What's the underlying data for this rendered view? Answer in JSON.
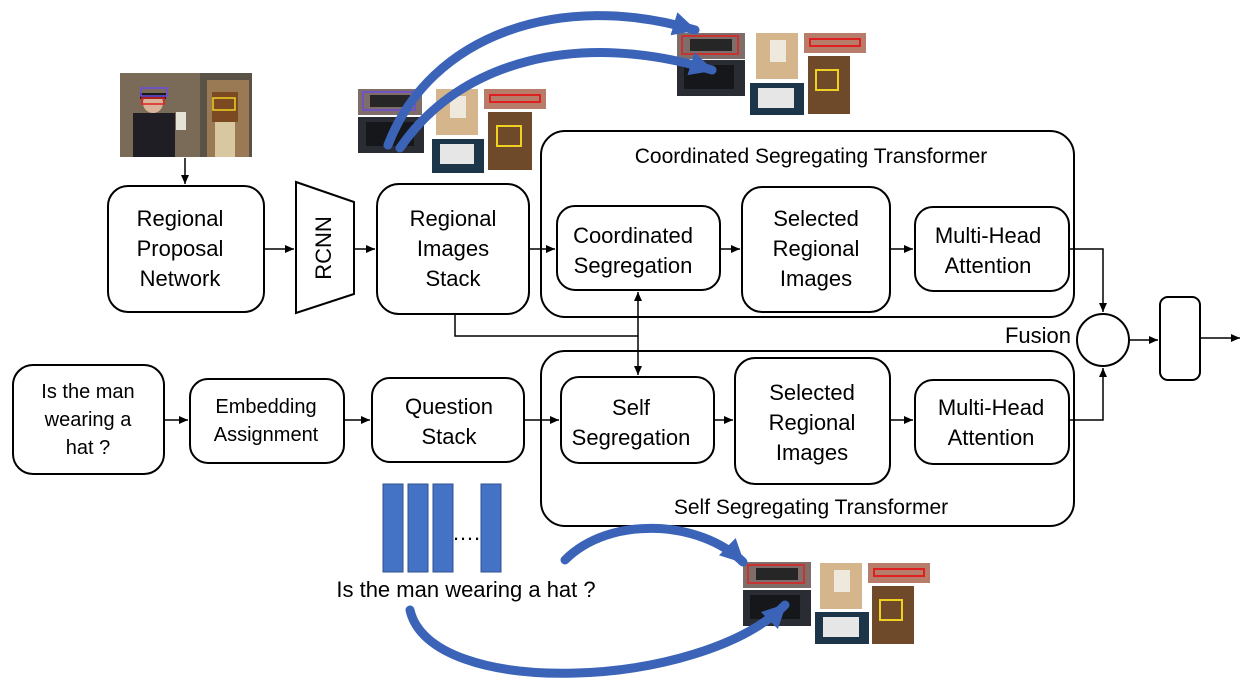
{
  "blocks": {
    "rpn": [
      "Regional",
      "Proposal",
      "Network"
    ],
    "rcnn": "RCNN",
    "regional_stack": [
      "Regional",
      "Images",
      "Stack"
    ],
    "coordinated_segregation": [
      "Coordinated",
      "Segregation"
    ],
    "selected_top": [
      "Selected",
      "Regional",
      "Images"
    ],
    "mha_top": [
      "Multi-Head",
      "Attention"
    ],
    "question": [
      "Is the man",
      "wearing a",
      "hat ?"
    ],
    "embedding": [
      "Embedding",
      "Assignment"
    ],
    "question_stack": [
      "Question",
      "Stack"
    ],
    "self_segregation": [
      "Self",
      "Segregation"
    ],
    "selected_bottom": [
      "Selected",
      "Regional",
      "Images"
    ],
    "mha_bottom": [
      "Multi-Head",
      "Attention"
    ]
  },
  "groups": {
    "top_title": "Coordinated Segregating Transformer",
    "bottom_title": "Self Segregating Transformer"
  },
  "fusion_label": "Fusion",
  "question_caption": "Is the man wearing a hat ?",
  "ellipsis": "…."
}
